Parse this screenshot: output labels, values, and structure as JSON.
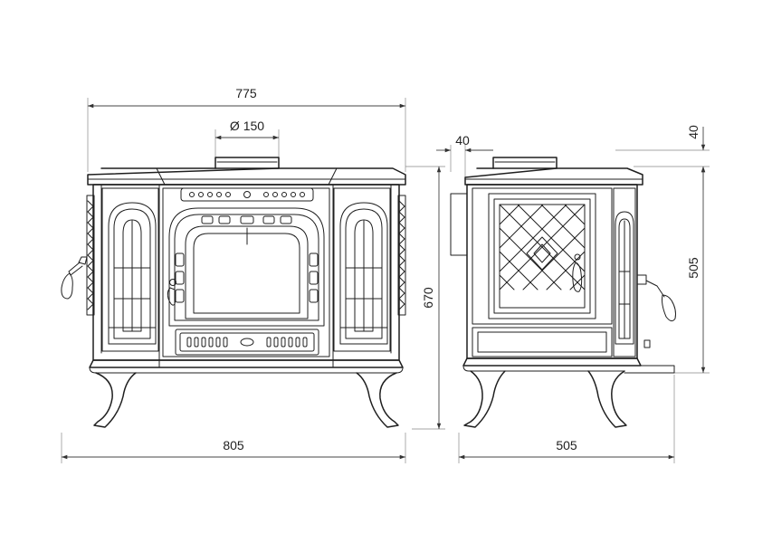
{
  "dimensions": {
    "front_top_width": "775",
    "flue_diameter": "Ø 150",
    "front_bottom_width": "805",
    "front_height": "670",
    "side_offset_left": "40",
    "side_offset_top": "40",
    "side_body_height": "505",
    "side_bottom_depth": "505"
  }
}
